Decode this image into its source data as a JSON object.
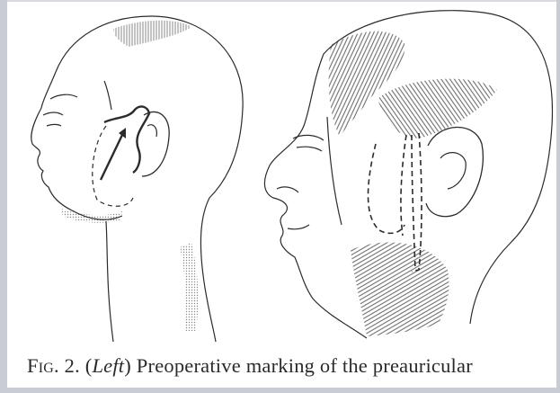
{
  "caption": {
    "fig_label": "Fig. 2.",
    "open_paren": "(",
    "left_word": "Left",
    "close_paren": ")",
    "text": "Preoperative marking of the preauricular"
  },
  "figure": {
    "stroke_color": "#2b2b2b",
    "hatch_color": "#7a7a7a"
  }
}
